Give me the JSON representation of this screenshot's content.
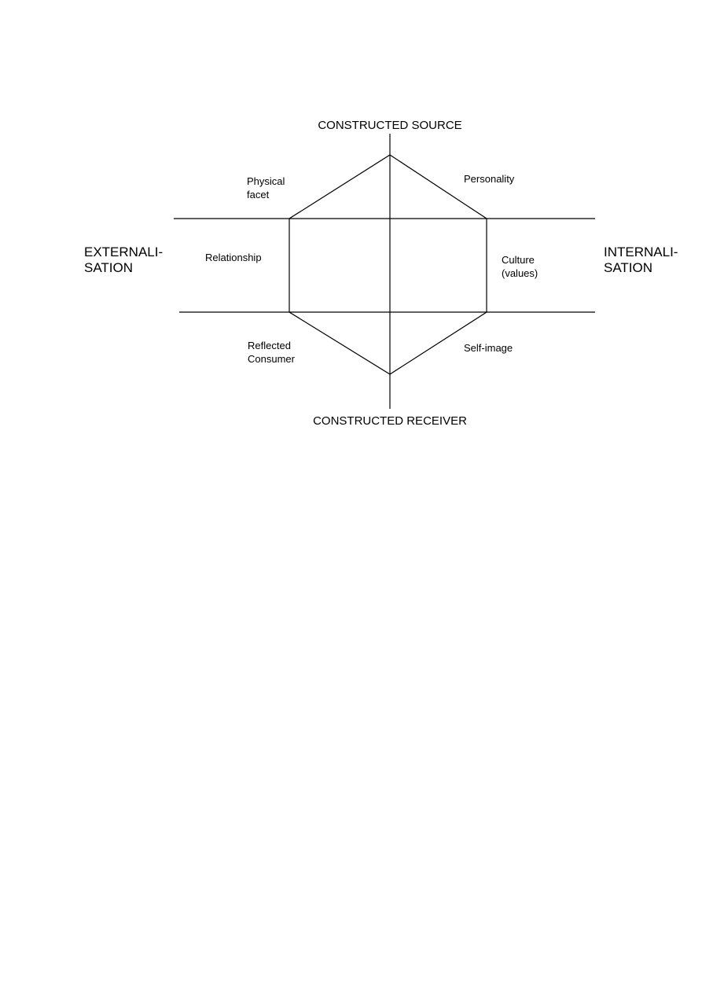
{
  "diagram": {
    "axes": {
      "top": "CONSTRUCTED SOURCE",
      "bottom": "CONSTRUCTED RECEIVER",
      "left": "EXTERNALI-\nSATION",
      "right": "INTERNALI-\nSATION"
    },
    "facets": {
      "physical": "Physical\nfacet",
      "personality": "Personality",
      "relationship": "Relationship",
      "culture": "Culture\n(values)",
      "reflection": "Reflected\nConsumer",
      "self_image": "Self-image"
    },
    "stroke_color": "#000000"
  }
}
